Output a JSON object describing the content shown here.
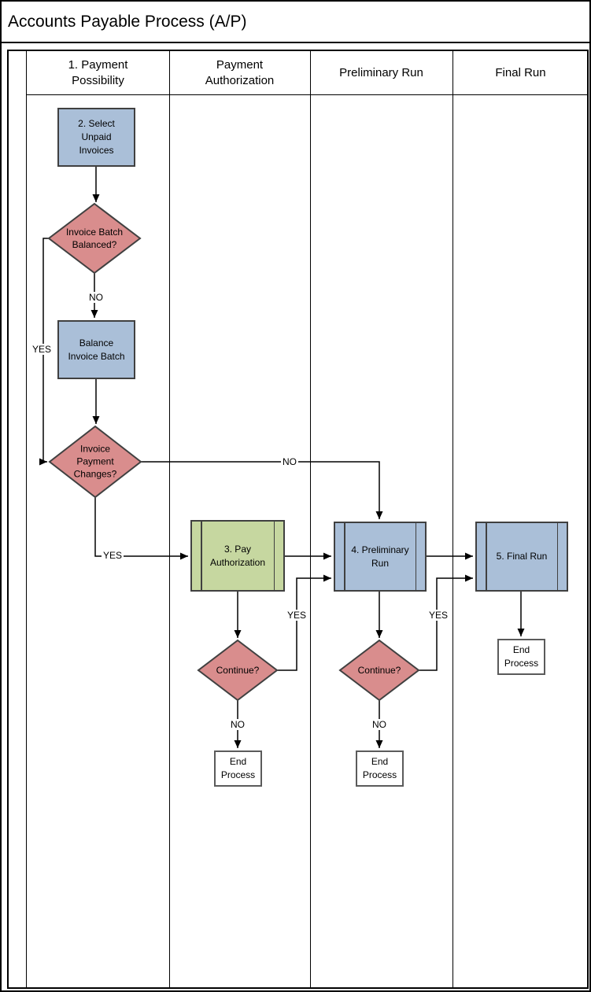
{
  "title": "Accounts Payable Process (A/P)",
  "lanes": [
    {
      "label": "1. Payment\nPossibility"
    },
    {
      "label": "Payment\nAuthorization"
    },
    {
      "label": "Preliminary Run"
    },
    {
      "label": "Final Run"
    }
  ],
  "nodes": {
    "select_unpaid_invoices": {
      "label": "2. Select\nUnpaid\nInvoices",
      "type": "process"
    },
    "invoice_batch_balanced": {
      "label": "Invoice Batch\nBalanced?",
      "type": "decision"
    },
    "balance_invoice_batch": {
      "label": "Balance\nInvoice Batch",
      "type": "process"
    },
    "invoice_payment_changes": {
      "label": "Invoice\nPayment\nChanges?",
      "type": "decision"
    },
    "pay_authorization": {
      "label": "3. Pay\nAuthorization",
      "type": "subprocess"
    },
    "preliminary_run": {
      "label": "4. Preliminary\nRun",
      "type": "subprocess"
    },
    "final_run": {
      "label": "5. Final Run",
      "type": "subprocess"
    },
    "continue_after_pay_auth": {
      "label": "Continue?",
      "type": "decision"
    },
    "continue_after_preliminary": {
      "label": "Continue?",
      "type": "decision"
    },
    "end_process_pay_auth": {
      "label": "End\nProcess",
      "type": "terminator"
    },
    "end_process_preliminary": {
      "label": "End\nProcess",
      "type": "terminator"
    },
    "end_process_final": {
      "label": "End\nProcess",
      "type": "terminator"
    }
  },
  "edge_labels": {
    "batch_balanced_yes": "YES",
    "batch_balanced_no": "NO",
    "payment_changes_yes": "YES",
    "payment_changes_no": "NO",
    "continue_pay_auth_yes": "YES",
    "continue_pay_auth_no": "NO",
    "continue_preliminary_yes": "YES",
    "continue_preliminary_no": "NO"
  },
  "colors": {
    "process_fill": "#AABFD8",
    "subprocess_green_fill": "#C6D7A0",
    "decision_fill": "#D98D8D",
    "line": "#000000"
  }
}
